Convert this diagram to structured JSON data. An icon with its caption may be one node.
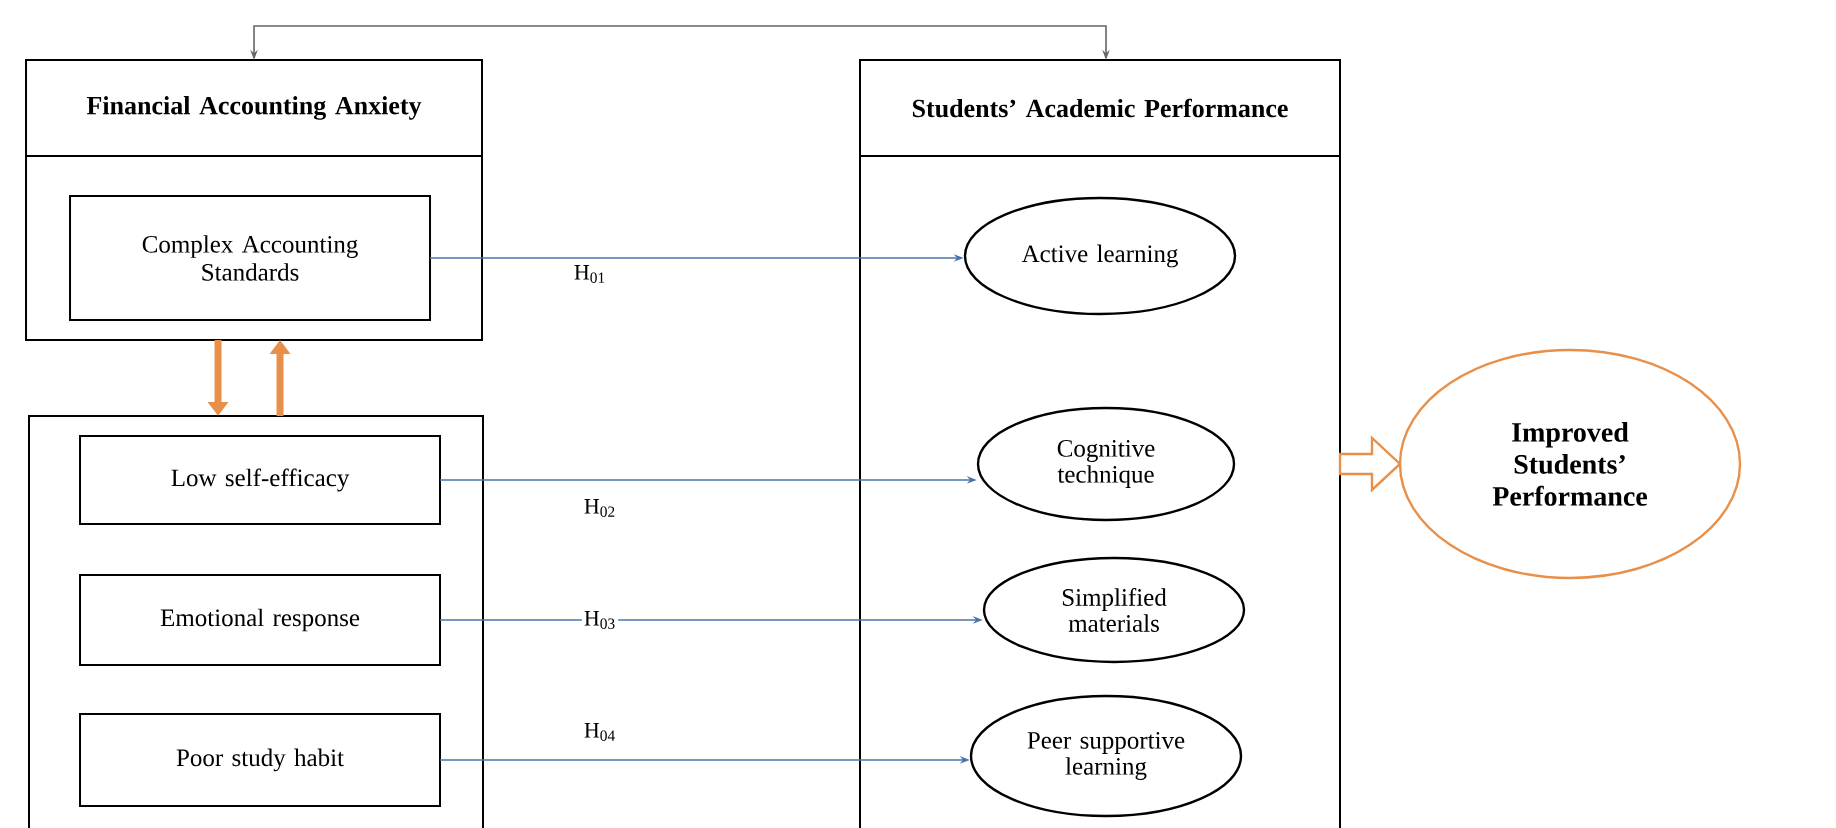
{
  "diagram": {
    "nodes": [
      {
        "text": [
          "Financial Accounting Anxiety"
        ]
      },
      {
        "text": [
          "Complex Accounting Standards"
        ],
        "in": 0
      },
      {
        "text": [],
        "shape": "box"
      },
      {
        "text": [
          "Low self-efficacy"
        ],
        "in": 2
      },
      {
        "text": [
          "Emotional response"
        ],
        "in": 2
      },
      {
        "text": [
          "Poor study habit"
        ],
        "in": 2
      },
      {
        "text": [
          "Students’ Academic Performance"
        ]
      },
      {
        "text": [
          "Active learning"
        ],
        "in": 6
      },
      {
        "text": [
          "Cognitive technique"
        ],
        "in": 6
      },
      {
        "text": [
          "Simplified materials"
        ],
        "in": 6
      },
      {
        "text": [
          "Peer supportive learning"
        ],
        "in": 6
      },
      {
        "text": [
          "Improved Students’ Performance"
        ]
      }
    ],
    "edges": [
      {
        "from": 0,
        "to": 6,
        "arrow": "both"
      },
      {
        "from": 0,
        "to": 2,
        "arrow": "to",
        "style": "thick",
        "color": "#e8904a"
      },
      {
        "from": 2,
        "to": 0,
        "arrow": "to",
        "style": "thick",
        "color": "#e8904a"
      },
      {
        "from": 1,
        "to": 7,
        "arrow": "to",
        "label": "H$_{01}$",
        "color": "#4a74a8"
      },
      {
        "from": 3,
        "to": 8,
        "arrow": "to",
        "label": "H$_{02}$",
        "color": "#4a74a8"
      },
      {
        "from": 4,
        "to": 9,
        "arrow": "to",
        "label": "H$_{03}$",
        "color": "#4a74a8"
      },
      {
        "from": 5,
        "to": 10,
        "arrow": "to",
        "label": "H$_{04}$",
        "color": "#4a74a8"
      },
      {
        "from": 6,
        "to": 11,
        "arrow": "to",
        "style": "thick",
        "color": "#e8904a"
      }
    ]
  }
}
